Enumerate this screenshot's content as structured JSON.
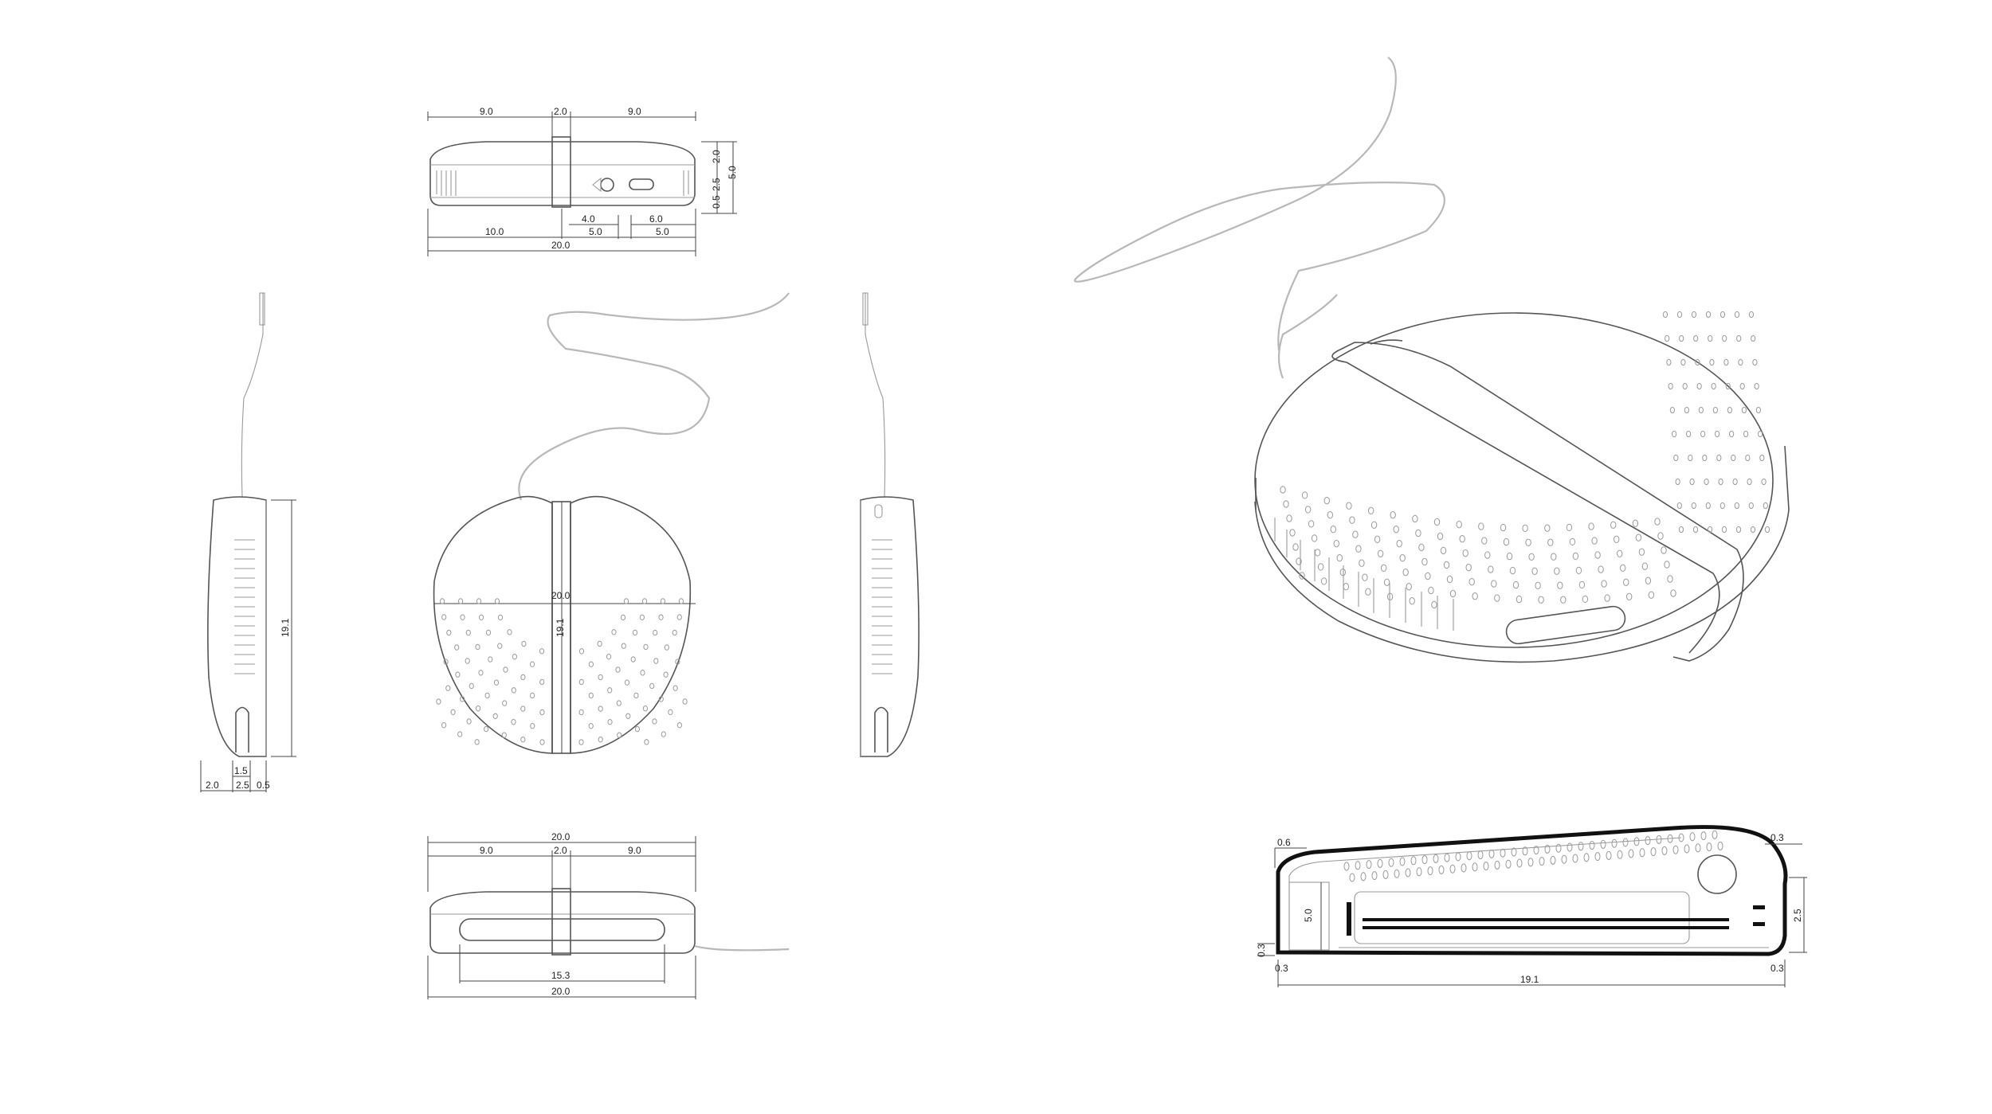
{
  "views": {
    "top": {
      "dims": {
        "d1": "9.0",
        "d2": "2.0",
        "d3": "9.0",
        "d4": "4.0",
        "d5": "6.0",
        "d6": "10.0",
        "d7": "5.0",
        "d8": "5.0",
        "d9": "20.0",
        "h1": "2.0",
        "h2": "5.0",
        "h3": "2.5",
        "h4": "0.5"
      }
    },
    "left": {
      "dims": {
        "height": "19.1",
        "w1": "1.5",
        "w2": "2.0",
        "w3": "2.5",
        "w4": "0.5"
      }
    },
    "front": {
      "dims": {
        "width": "20.0",
        "height": "19.1"
      }
    },
    "bottom": {
      "dims": {
        "d1": "20.0",
        "d2": "9.0",
        "d3": "2.0",
        "d4": "9.0",
        "d5": "15.3",
        "d6": "20.0"
      }
    },
    "section": {
      "dims": {
        "s1": "0.6",
        "s2": "0.3",
        "s3": "5.0",
        "s4": "2.5",
        "s5": "0.3",
        "s6": "0.3",
        "s7": "0.3",
        "s8": "19.1"
      }
    }
  }
}
